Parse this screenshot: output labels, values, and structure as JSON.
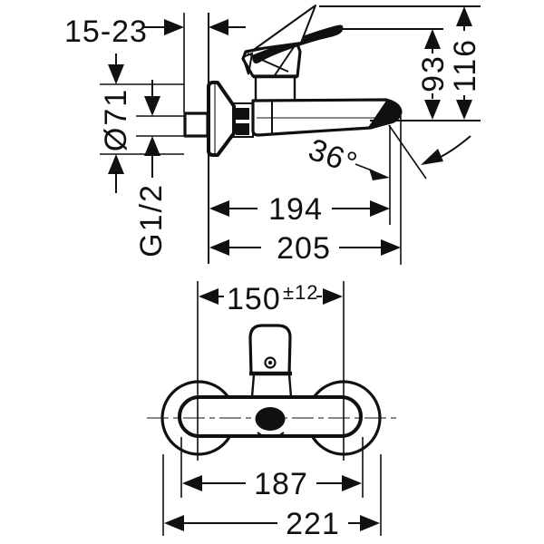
{
  "drawing": {
    "background": "#ffffff",
    "ink_color": "#101010",
    "side_view": {
      "wall_offset_label": "15-23",
      "escutcheon_diameter_label": "Ø71",
      "thread_label": "G1/2",
      "spout_reach_label": "194",
      "total_projection_label": "205",
      "lever_height_label": "93",
      "total_height_label": "116",
      "spout_angle_label": "36°"
    },
    "front_view": {
      "hole_spacing_label": "150",
      "hole_spacing_tolerance_label": "±12",
      "body_width_label": "187",
      "overall_width_label": "221"
    }
  }
}
